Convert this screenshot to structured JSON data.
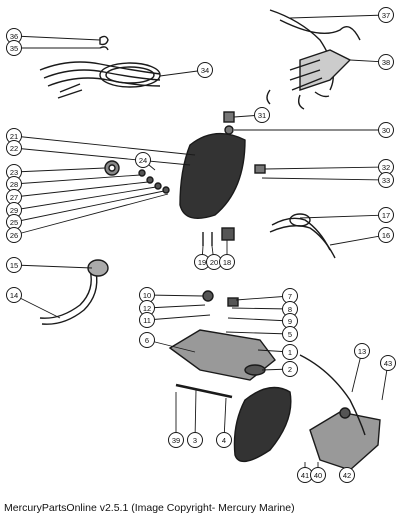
{
  "caption": "MercuryPartsOnline v2.5.1 (Image Copyright- Mercury Marine)",
  "callouts": [
    "36",
    "35",
    "34",
    "37",
    "38",
    "31",
    "30",
    "21",
    "22",
    "24",
    "23",
    "28",
    "27",
    "29",
    "25",
    "26",
    "32",
    "33",
    "17",
    "16",
    "19",
    "20",
    "18",
    "15",
    "14",
    "10",
    "12",
    "11",
    "7",
    "8",
    "9",
    "5",
    "6",
    "1",
    "2",
    "13",
    "43",
    "39",
    "3",
    "4",
    "41",
    "40",
    "42"
  ]
}
